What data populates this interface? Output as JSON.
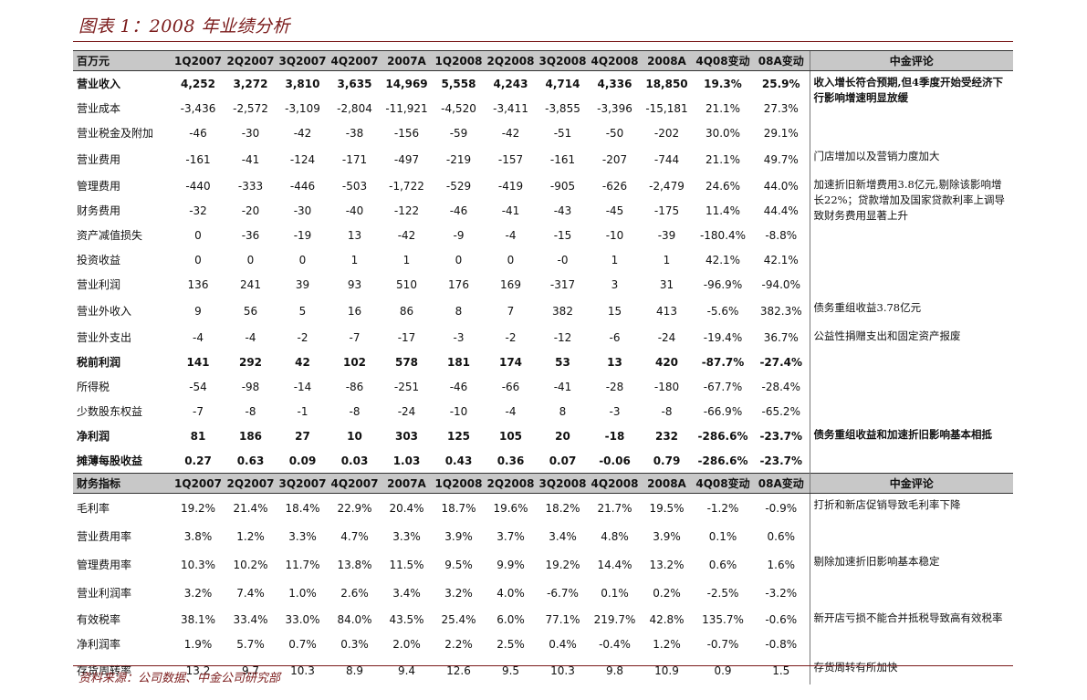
{
  "title": "图表 1：2008 年业绩分析",
  "source": "资料来源：公司数据、中金公司研究部",
  "section1": {
    "header": [
      "百万元",
      "1Q2007",
      "2Q2007",
      "3Q2007",
      "4Q2007",
      "2007A",
      "1Q2008",
      "2Q2008",
      "3Q2008",
      "4Q2008",
      "2008A",
      "4Q08变动",
      "08A变动",
      "中金评论"
    ],
    "rows": [
      {
        "label": "营业收入",
        "bold": true,
        "cells": [
          "4,252",
          "3,272",
          "3,810",
          "3,635",
          "14,969",
          "5,558",
          "4,243",
          "4,714",
          "4,336",
          "18,850",
          "19.3%",
          "25.9%"
        ]
      },
      {
        "label": "营业成本",
        "bold": false,
        "cells": [
          "-3,436",
          "-2,572",
          "-3,109",
          "-2,804",
          "-11,921",
          "-4,520",
          "-3,411",
          "-3,855",
          "-3,396",
          "-15,181",
          "21.1%",
          "27.3%"
        ]
      },
      {
        "label": "营业税金及附加",
        "bold": false,
        "cells": [
          "-46",
          "-30",
          "-42",
          "-38",
          "-156",
          "-59",
          "-42",
          "-51",
          "-50",
          "-202",
          "30.0%",
          "29.1%"
        ]
      },
      {
        "label": "营业费用",
        "bold": false,
        "cells": [
          "-161",
          "-41",
          "-124",
          "-171",
          "-497",
          "-219",
          "-157",
          "-161",
          "-207",
          "-744",
          "21.1%",
          "49.7%"
        ]
      },
      {
        "label": "管理费用",
        "bold": false,
        "cells": [
          "-440",
          "-333",
          "-446",
          "-503",
          "-1,722",
          "-529",
          "-419",
          "-905",
          "-626",
          "-2,479",
          "24.6%",
          "44.0%"
        ]
      },
      {
        "label": "财务费用",
        "bold": false,
        "cells": [
          "-32",
          "-20",
          "-30",
          "-40",
          "-122",
          "-46",
          "-41",
          "-43",
          "-45",
          "-175",
          "11.4%",
          "44.4%"
        ]
      },
      {
        "label": "资产减值损失",
        "bold": false,
        "cells": [
          "0",
          "-36",
          "-19",
          "13",
          "-42",
          "-9",
          "-4",
          "-15",
          "-10",
          "-39",
          "-180.4%",
          "-8.8%"
        ]
      },
      {
        "label": "投资收益",
        "bold": false,
        "cells": [
          "0",
          "0",
          "0",
          "1",
          "1",
          "0",
          "0",
          "-0",
          "1",
          "1",
          "42.1%",
          "42.1%"
        ]
      },
      {
        "label": "营业利润",
        "bold": false,
        "cells": [
          "136",
          "241",
          "39",
          "93",
          "510",
          "176",
          "169",
          "-317",
          "3",
          "31",
          "-96.9%",
          "-94.0%"
        ]
      },
      {
        "label": "营业外收入",
        "bold": false,
        "cells": [
          "9",
          "56",
          "5",
          "16",
          "86",
          "8",
          "7",
          "382",
          "15",
          "413",
          "-5.6%",
          "382.3%"
        ]
      },
      {
        "label": "营业外支出",
        "bold": false,
        "cells": [
          "-4",
          "-4",
          "-2",
          "-7",
          "-17",
          "-3",
          "-2",
          "-12",
          "-6",
          "-24",
          "-19.4%",
          "36.7%"
        ]
      },
      {
        "label": "税前利润",
        "bold": true,
        "cells": [
          "141",
          "292",
          "42",
          "102",
          "578",
          "181",
          "174",
          "53",
          "13",
          "420",
          "-87.7%",
          "-27.4%"
        ]
      },
      {
        "label": "所得税",
        "bold": false,
        "cells": [
          "-54",
          "-98",
          "-14",
          "-86",
          "-251",
          "-46",
          "-66",
          "-41",
          "-28",
          "-180",
          "-67.7%",
          "-28.4%"
        ]
      },
      {
        "label": "少数股东权益",
        "bold": false,
        "cells": [
          "-7",
          "-8",
          "-1",
          "-8",
          "-24",
          "-10",
          "-4",
          "8",
          "-3",
          "-8",
          "-66.9%",
          "-65.2%"
        ]
      },
      {
        "label": "净利润",
        "bold": true,
        "cells": [
          "81",
          "186",
          "27",
          "10",
          "303",
          "125",
          "105",
          "20",
          "-18",
          "232",
          "-286.6%",
          "-23.7%"
        ]
      },
      {
        "label": "摊薄每股收益",
        "bold": true,
        "cells": [
          "0.27",
          "0.63",
          "0.09",
          "0.03",
          "1.03",
          "0.43",
          "0.36",
          "0.07",
          "-0.06",
          "0.79",
          "-286.6%",
          "-23.7%"
        ]
      }
    ],
    "comments": [
      {
        "start": 0,
        "span": 3,
        "text": "收入增长符合预期,但4季度开始受经济下行影响增速明显放缓"
      },
      {
        "start": 3,
        "span": 1,
        "text": "门店增加以及营销力度加大"
      },
      {
        "start": 4,
        "span": 5,
        "text": "加速折旧新增费用3.8亿元,剔除该影响增长22%；贷款增加及国家贷款利率上调导致财务费用显著上升"
      },
      {
        "start": 9,
        "span": 1,
        "text": "债务重组收益3.78亿元"
      },
      {
        "start": 10,
        "span": 4,
        "text": "公益性捐赠支出和固定资产报废"
      },
      {
        "start": 14,
        "span": 2,
        "text": "债务重组收益和加速折旧影响基本相抵"
      }
    ]
  },
  "section2": {
    "header": [
      "财务指标",
      "1Q2007",
      "2Q2007",
      "3Q2007",
      "4Q2007",
      "2007A",
      "1Q2008",
      "2Q2008",
      "3Q2008",
      "4Q2008",
      "2008A",
      "4Q08变动",
      "08A变动",
      "中金评论"
    ],
    "rows": [
      {
        "label": "毛利率",
        "bold": false,
        "cells": [
          "19.2%",
          "21.4%",
          "18.4%",
          "22.9%",
          "20.4%",
          "18.7%",
          "19.6%",
          "18.2%",
          "21.7%",
          "19.5%",
          "-1.2%",
          "-0.9%"
        ]
      },
      {
        "label": "营业费用率",
        "bold": false,
        "cells": [
          "3.8%",
          "1.2%",
          "3.3%",
          "4.7%",
          "3.3%",
          "3.9%",
          "3.7%",
          "3.4%",
          "4.8%",
          "3.9%",
          "0.1%",
          "0.6%"
        ]
      },
      {
        "label": "管理费用率",
        "bold": false,
        "cells": [
          "10.3%",
          "10.2%",
          "11.7%",
          "13.8%",
          "11.5%",
          "9.5%",
          "9.9%",
          "19.2%",
          "14.4%",
          "13.2%",
          "0.6%",
          "1.6%"
        ]
      },
      {
        "label": "营业利润率",
        "bold": false,
        "cells": [
          "3.2%",
          "7.4%",
          "1.0%",
          "2.6%",
          "3.4%",
          "3.2%",
          "4.0%",
          "-6.7%",
          "0.1%",
          "0.2%",
          "-2.5%",
          "-3.2%"
        ]
      },
      {
        "label": "有效税率",
        "bold": false,
        "cells": [
          "38.1%",
          "33.4%",
          "33.0%",
          "84.0%",
          "43.5%",
          "25.4%",
          "6.0%",
          "77.1%",
          "219.7%",
          "42.8%",
          "135.7%",
          "-0.6%"
        ]
      },
      {
        "label": "净利润率",
        "bold": false,
        "cells": [
          "1.9%",
          "5.7%",
          "0.7%",
          "0.3%",
          "2.0%",
          "2.2%",
          "2.5%",
          "0.4%",
          "-0.4%",
          "1.2%",
          "-0.7%",
          "-0.8%"
        ]
      },
      {
        "label": "存货周转率",
        "bold": false,
        "cells": [
          "13.2",
          "9.7",
          "10.3",
          "8.9",
          "9.4",
          "12.6",
          "9.5",
          "10.3",
          "9.8",
          "10.9",
          "0.9",
          "1.5"
        ]
      }
    ],
    "comments": [
      {
        "start": 0,
        "span": 1,
        "text": "打折和新店促销导致毛利率下降"
      },
      {
        "start": 1,
        "span": 1,
        "text": ""
      },
      {
        "start": 2,
        "span": 1,
        "text": "剔除加速折旧影响基本稳定"
      },
      {
        "start": 3,
        "span": 1,
        "text": ""
      },
      {
        "start": 4,
        "span": 2,
        "text": "新开店亏损不能合并抵税导致高有效税率"
      },
      {
        "start": 6,
        "span": 1,
        "text": "存货周转有所加快"
      }
    ]
  }
}
